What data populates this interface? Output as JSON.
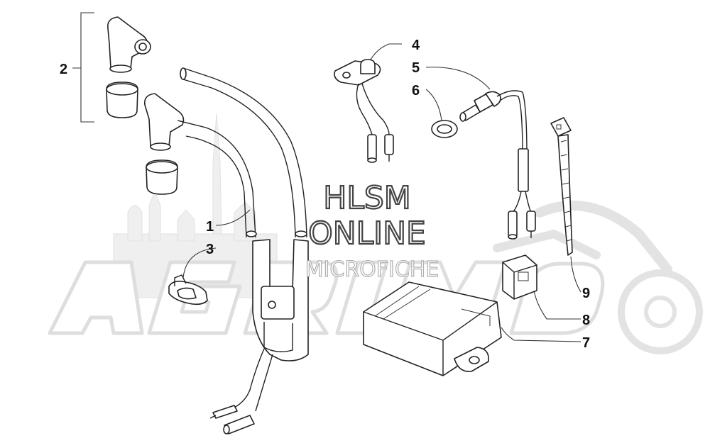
{
  "callouts": {
    "c1": "1",
    "c2": "2",
    "c3": "3",
    "c4": "4",
    "c5": "5",
    "c6": "6",
    "c7": "7",
    "c8": "8",
    "c9": "9"
  },
  "watermark": {
    "line1": "HLSM",
    "line2": "ONLINE",
    "line3": "MICROFICHE",
    "logo_text": "AGRIMOTO"
  },
  "colors": {
    "line": "#222222",
    "background": "#ffffff",
    "watermark_grey": "#dedede"
  }
}
